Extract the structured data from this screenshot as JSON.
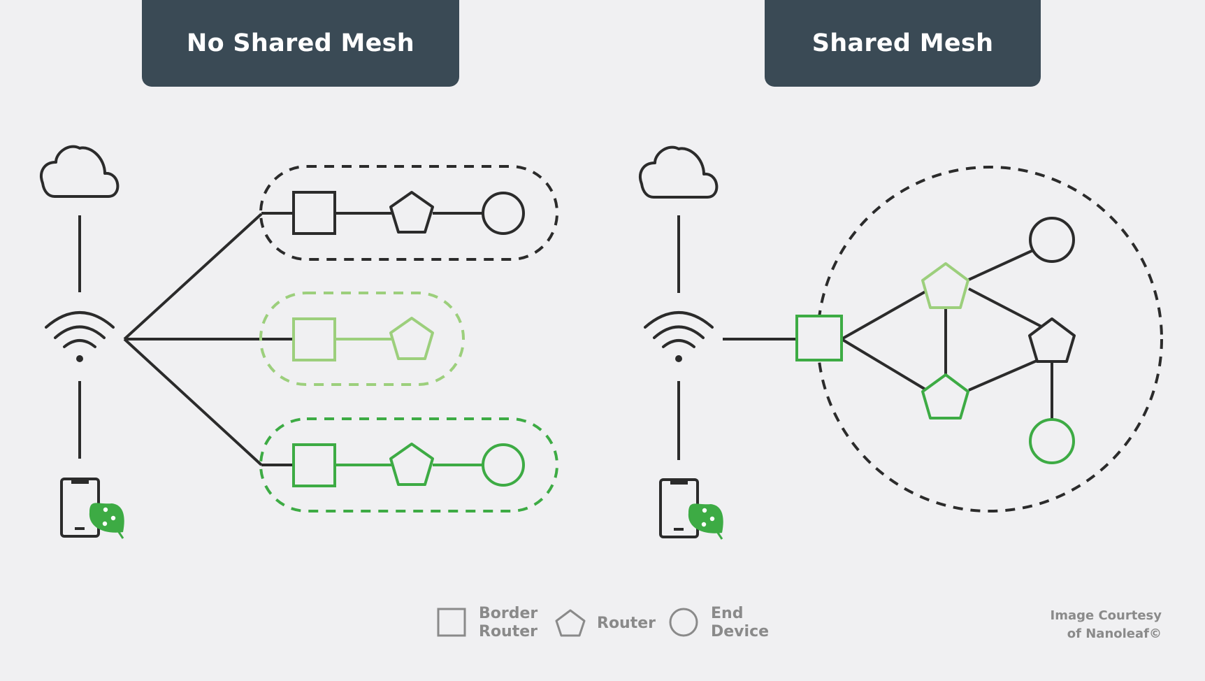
{
  "headers": {
    "left": "No Shared Mesh",
    "right": "Shared Mesh"
  },
  "legend": {
    "border_router": {
      "line1": "Border",
      "line2": "Router",
      "icon": "square-icon"
    },
    "router": {
      "label": "Router",
      "icon": "pentagon-icon"
    },
    "end_device": {
      "line1": "End",
      "line2": "Device",
      "icon": "circle-icon"
    }
  },
  "credit": {
    "line1": "Image Courtesy",
    "line2": "of Nanoleaf©"
  },
  "colors": {
    "background": "#f0f0f2",
    "header": "#3a4a55",
    "dark": "#2b2b2b",
    "light_green": "#9ccf7c",
    "green": "#3dab44",
    "legend_gray": "#8a8a8a"
  },
  "icons": [
    "cloud-icon",
    "wifi-icon",
    "phone-icon",
    "leaf-app-icon"
  ]
}
